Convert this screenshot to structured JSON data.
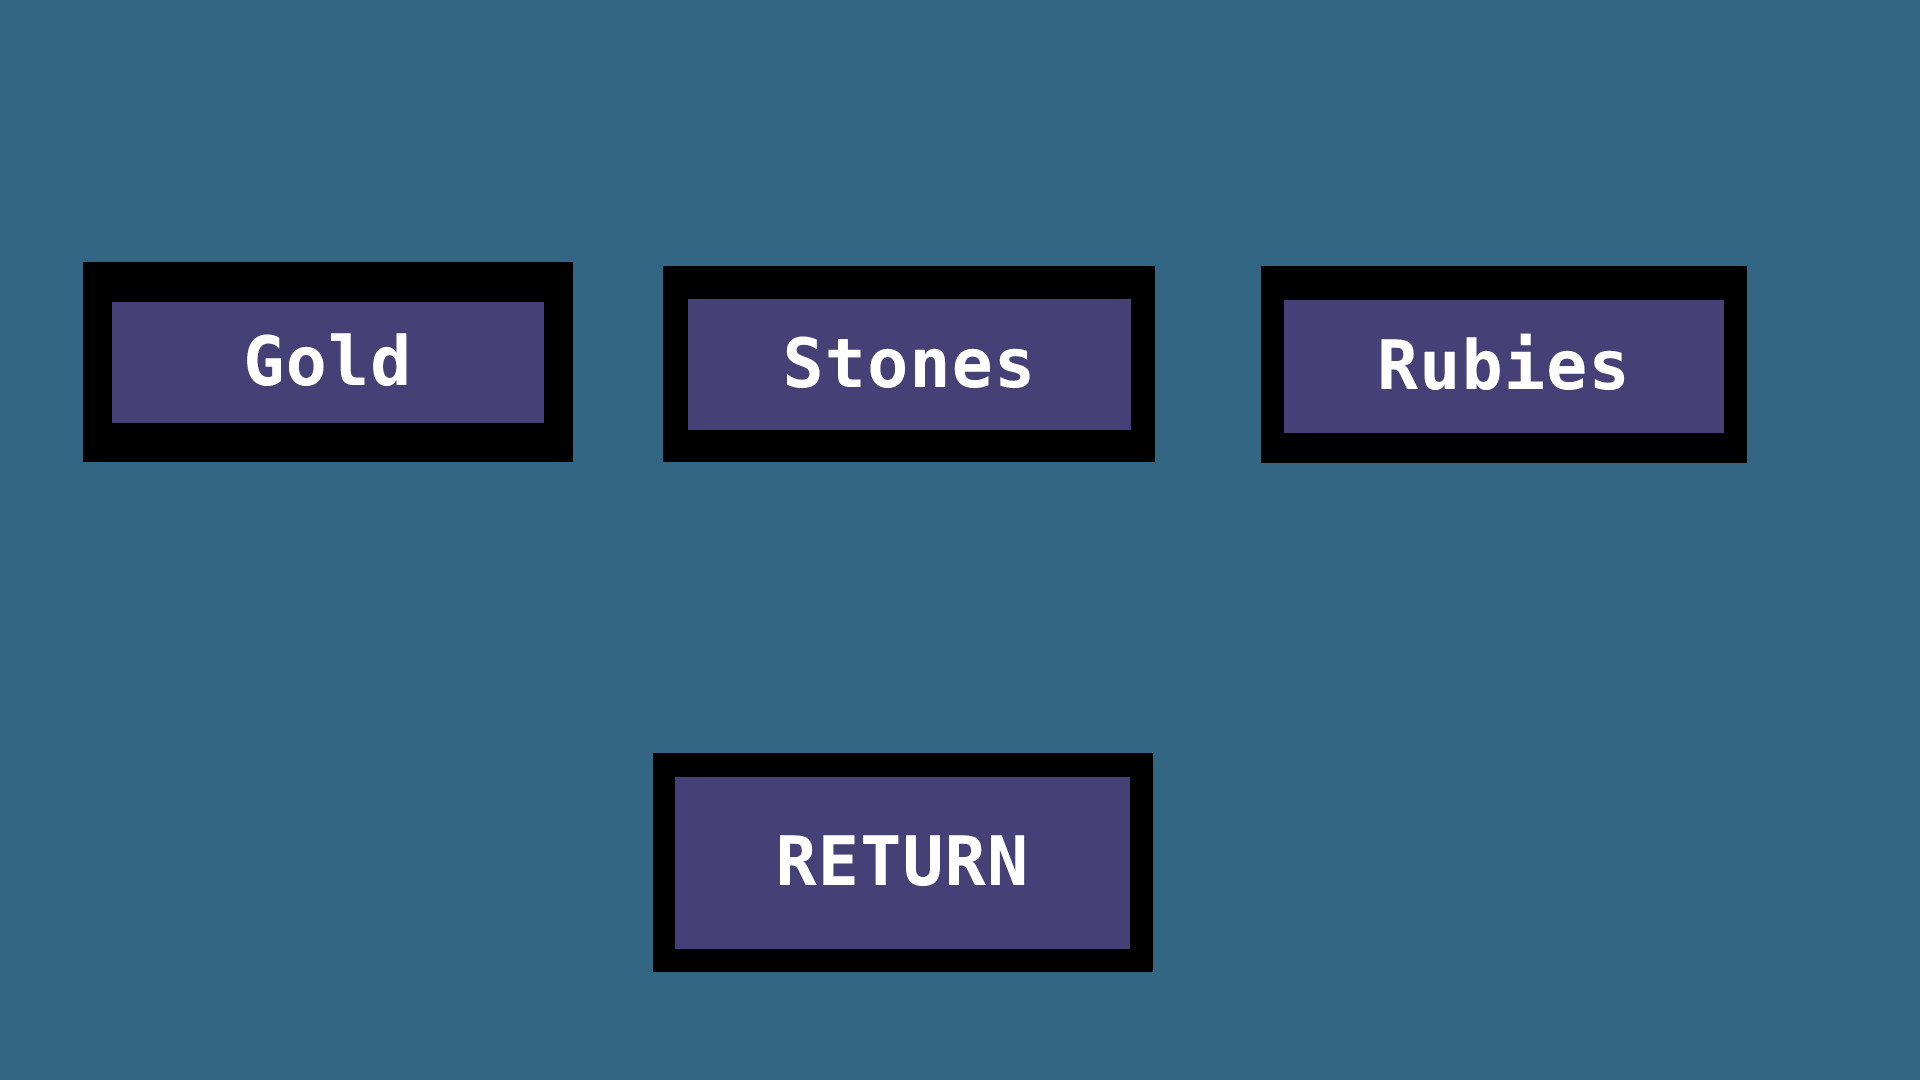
{
  "screen": {
    "name": "resource-trade-menu",
    "background_color": "#336683"
  },
  "theme": {
    "background": "#336683",
    "button_border": "#000000",
    "button_fill": "#454177",
    "button_text": "#ffffff"
  },
  "buttons": {
    "gold": {
      "label": "Gold",
      "fill": "#454177",
      "border": "#000000",
      "text_color": "#ffffff"
    },
    "stones": {
      "label": "Stones",
      "fill": "#454177",
      "border": "#000000",
      "text_color": "#ffffff"
    },
    "rubies": {
      "label": "Rubies",
      "fill": "#454177",
      "border": "#000000",
      "text_color": "#ffffff"
    },
    "return": {
      "label": "RETURN",
      "fill": "#454177",
      "border": "#000000",
      "text_color": "#ffffff"
    }
  },
  "resource_options": [
    "Gold",
    "Stones",
    "Rubies"
  ]
}
